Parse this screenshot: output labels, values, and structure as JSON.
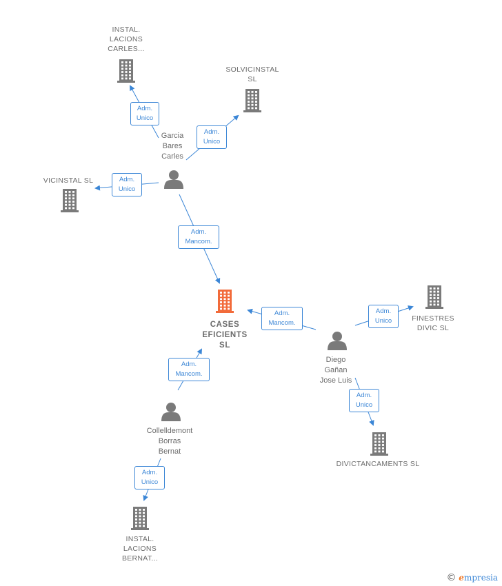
{
  "colors": {
    "accent": "#3b86d6",
    "focus": "#f26b3a",
    "node": "#7a7a7a",
    "text": "#6b6b6b"
  },
  "nodes": [
    {
      "id": "cases",
      "type": "company",
      "focus": true,
      "label": "CASES\nEFICIENTS\nSL"
    },
    {
      "id": "instal_carles",
      "type": "company",
      "label": "INSTAL.\nLACIONS\nCARLES..."
    },
    {
      "id": "solvicinstal",
      "type": "company",
      "label": "SOLVICINSTAL\nSL"
    },
    {
      "id": "vicinstal",
      "type": "company",
      "label": "VICINSTAL  SL"
    },
    {
      "id": "finestres",
      "type": "company",
      "label": "FINESTRES\nDIVIC  SL"
    },
    {
      "id": "divictancaments",
      "type": "company",
      "label": "DIVICTANCAMENTS SL"
    },
    {
      "id": "instal_bernat",
      "type": "company",
      "label": "INSTAL.\nLACIONS\nBERNAT..."
    },
    {
      "id": "garcia",
      "type": "person",
      "label": "Garcia\nBares\nCarles"
    },
    {
      "id": "diego",
      "type": "person",
      "label": "Diego\nGañan\nJose Luis"
    },
    {
      "id": "collell",
      "type": "person",
      "label": "Collelldemont\nBorras\nBernat"
    }
  ],
  "edges": [
    {
      "from": "garcia",
      "to": "instal_carles",
      "label": "Adm.\nUnico"
    },
    {
      "from": "garcia",
      "to": "solvicinstal",
      "label": "Adm.\nUnico"
    },
    {
      "from": "garcia",
      "to": "vicinstal",
      "label": "Adm.\nUnico"
    },
    {
      "from": "garcia",
      "to": "cases",
      "label": "Adm.\nMancom."
    },
    {
      "from": "diego",
      "to": "cases",
      "label": "Adm.\nMancom."
    },
    {
      "from": "diego",
      "to": "finestres",
      "label": "Adm.\nUnico"
    },
    {
      "from": "diego",
      "to": "divictancaments",
      "label": "Adm.\nUnico"
    },
    {
      "from": "collell",
      "to": "cases",
      "label": "Adm.\nMancom."
    },
    {
      "from": "collell",
      "to": "instal_bernat",
      "label": "Adm.\nUnico"
    }
  ],
  "watermark": {
    "symbol": "©",
    "brand_initial": "e",
    "brand_rest": "mpresia"
  }
}
